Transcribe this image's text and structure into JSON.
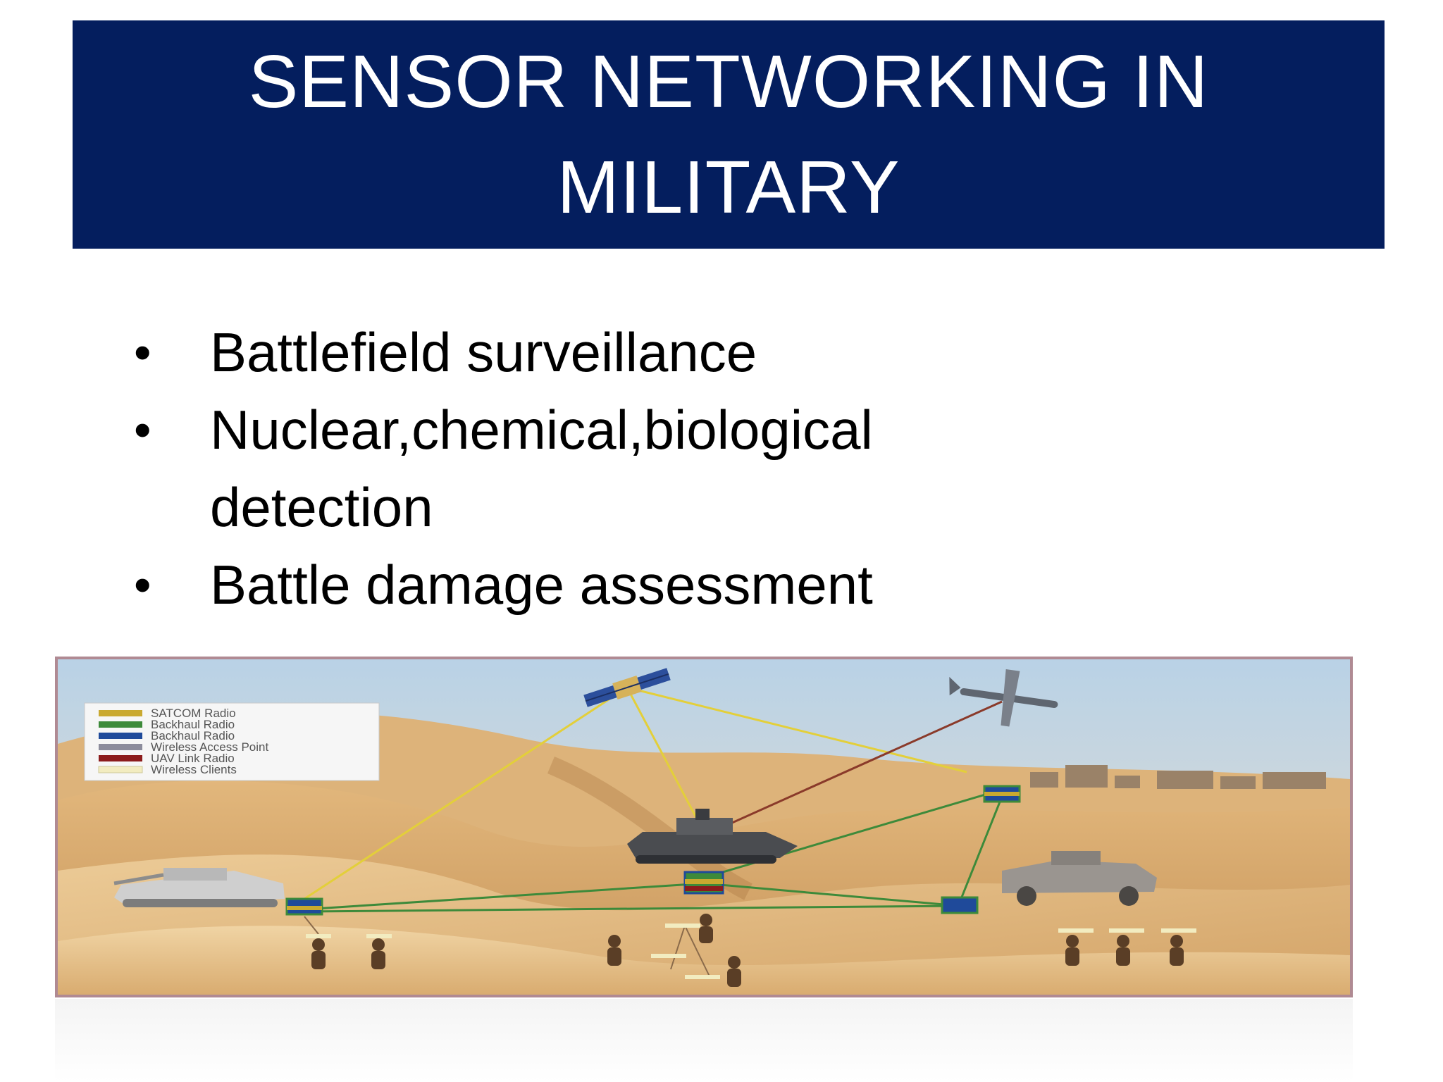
{
  "slide": {
    "title": "SENSOR NETWORKING IN MILITARY",
    "bullets": [
      "Battlefield surveillance",
      "Nuclear,chemical,biological detection",
      "Battle damage assessment"
    ],
    "bullet_glyph": "•"
  },
  "figure": {
    "legend": [
      {
        "label": "SATCOM Radio",
        "color": "#c9a930"
      },
      {
        "label": "Backhaul Radio",
        "color": "#3d8a3a"
      },
      {
        "label": "Backhaul Radio",
        "color": "#1f4a9a"
      },
      {
        "label": "Wireless Access Point",
        "color": "#8c8c9c"
      },
      {
        "label": "UAV Link Radio",
        "color": "#8c1c1c"
      },
      {
        "label": "Wireless Clients",
        "color": "#f2ecc0"
      }
    ],
    "icons": [
      "satellite-icon",
      "uav-icon",
      "tank-icon",
      "armored-vehicle-icon",
      "humvee-icon",
      "soldier-icon",
      "radio-node-icon"
    ]
  },
  "colors": {
    "title_background": "#041e5e",
    "title_text": "#ffffff",
    "sand_light": "#e8c998",
    "sand_dark": "#b8894c",
    "sky": "#cfe0ee"
  }
}
